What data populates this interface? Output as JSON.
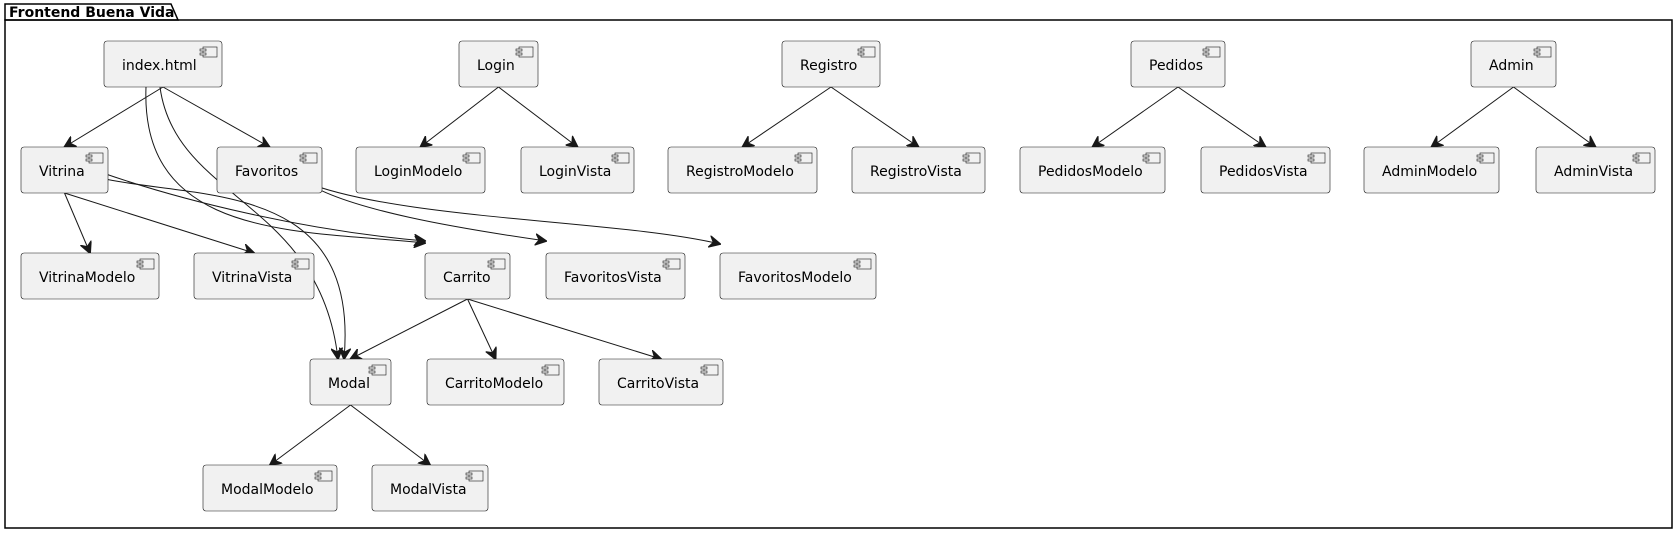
{
  "package": {
    "title": "Frontend Buena Vida"
  },
  "nodes": [
    {
      "id": "index",
      "label": "index.html"
    },
    {
      "id": "login",
      "label": "Login"
    },
    {
      "id": "registro",
      "label": "Registro"
    },
    {
      "id": "pedidos",
      "label": "Pedidos"
    },
    {
      "id": "admin",
      "label": "Admin"
    },
    {
      "id": "vitrina",
      "label": "Vitrina"
    },
    {
      "id": "favoritos",
      "label": "Favoritos"
    },
    {
      "id": "loginModelo",
      "label": "LoginModelo"
    },
    {
      "id": "loginVista",
      "label": "LoginVista"
    },
    {
      "id": "registroModelo",
      "label": "RegistroModelo"
    },
    {
      "id": "registroVista",
      "label": "RegistroVista"
    },
    {
      "id": "pedidosModelo",
      "label": "PedidosModelo"
    },
    {
      "id": "pedidosVista",
      "label": "PedidosVista"
    },
    {
      "id": "adminModelo",
      "label": "AdminModelo"
    },
    {
      "id": "adminVista",
      "label": "AdminVista"
    },
    {
      "id": "vitrinaModelo",
      "label": "VitrinaModelo"
    },
    {
      "id": "vitrinaVista",
      "label": "VitrinaVista"
    },
    {
      "id": "carrito",
      "label": "Carrito"
    },
    {
      "id": "favoritosVista",
      "label": "FavoritosVista"
    },
    {
      "id": "favoritosModelo",
      "label": "FavoritosModelo"
    },
    {
      "id": "modal",
      "label": "Modal"
    },
    {
      "id": "carritoModelo",
      "label": "CarritoModelo"
    },
    {
      "id": "carritoVista",
      "label": "CarritoVista"
    },
    {
      "id": "modalModelo",
      "label": "ModalModelo"
    },
    {
      "id": "modalVista",
      "label": "ModalVista"
    }
  ],
  "edges": [
    {
      "from": "index",
      "to": "vitrina"
    },
    {
      "from": "index",
      "to": "favoritos"
    },
    {
      "from": "index",
      "to": "carrito"
    },
    {
      "from": "index",
      "to": "modal"
    },
    {
      "from": "login",
      "to": "loginModelo"
    },
    {
      "from": "login",
      "to": "loginVista"
    },
    {
      "from": "registro",
      "to": "registroModelo"
    },
    {
      "from": "registro",
      "to": "registroVista"
    },
    {
      "from": "pedidos",
      "to": "pedidosModelo"
    },
    {
      "from": "pedidos",
      "to": "pedidosVista"
    },
    {
      "from": "admin",
      "to": "adminModelo"
    },
    {
      "from": "admin",
      "to": "adminVista"
    },
    {
      "from": "vitrina",
      "to": "vitrinaModelo"
    },
    {
      "from": "vitrina",
      "to": "vitrinaVista"
    },
    {
      "from": "vitrina",
      "to": "carrito"
    },
    {
      "from": "vitrina",
      "to": "modal"
    },
    {
      "from": "favoritos",
      "to": "favoritosVista"
    },
    {
      "from": "favoritos",
      "to": "favoritosModelo"
    },
    {
      "from": "carrito",
      "to": "modal"
    },
    {
      "from": "carrito",
      "to": "carritoModelo"
    },
    {
      "from": "carrito",
      "to": "carritoVista"
    },
    {
      "from": "modal",
      "to": "modalModelo"
    },
    {
      "from": "modal",
      "to": "modalVista"
    }
  ]
}
